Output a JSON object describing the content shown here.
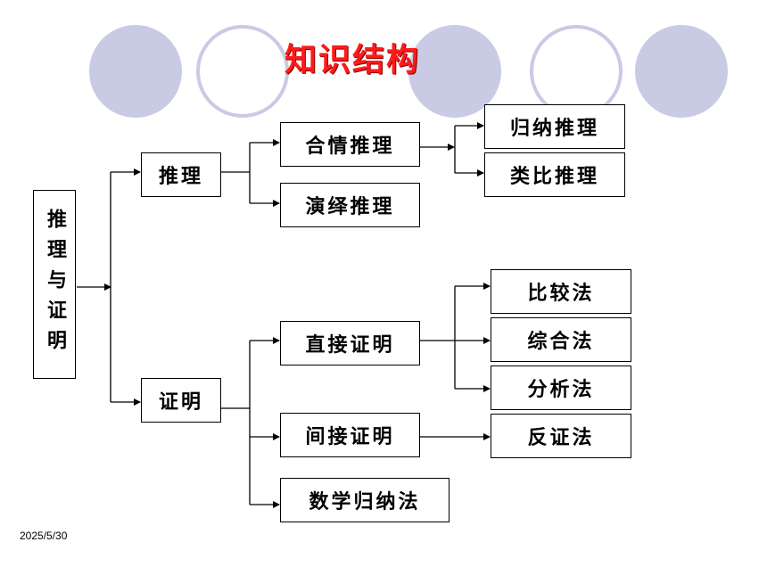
{
  "title": "知识结构",
  "date": "2025/5/30",
  "nodes": {
    "root": "推理与证明",
    "reasoning": "推理",
    "proof": "证明",
    "plausible": "合情推理",
    "deductive": "演绎推理",
    "induction": "归纳推理",
    "analogy": "类比推理",
    "direct": "直接证明",
    "indirect": "间接证明",
    "math_induction": "数学归纳法",
    "comparison": "比较法",
    "synthesis": "综合法",
    "analysis": "分析法",
    "contradiction": "反证法"
  },
  "colors": {
    "title": "#ff1a1a",
    "decor": "#c9cbe4",
    "line": "#000000"
  }
}
